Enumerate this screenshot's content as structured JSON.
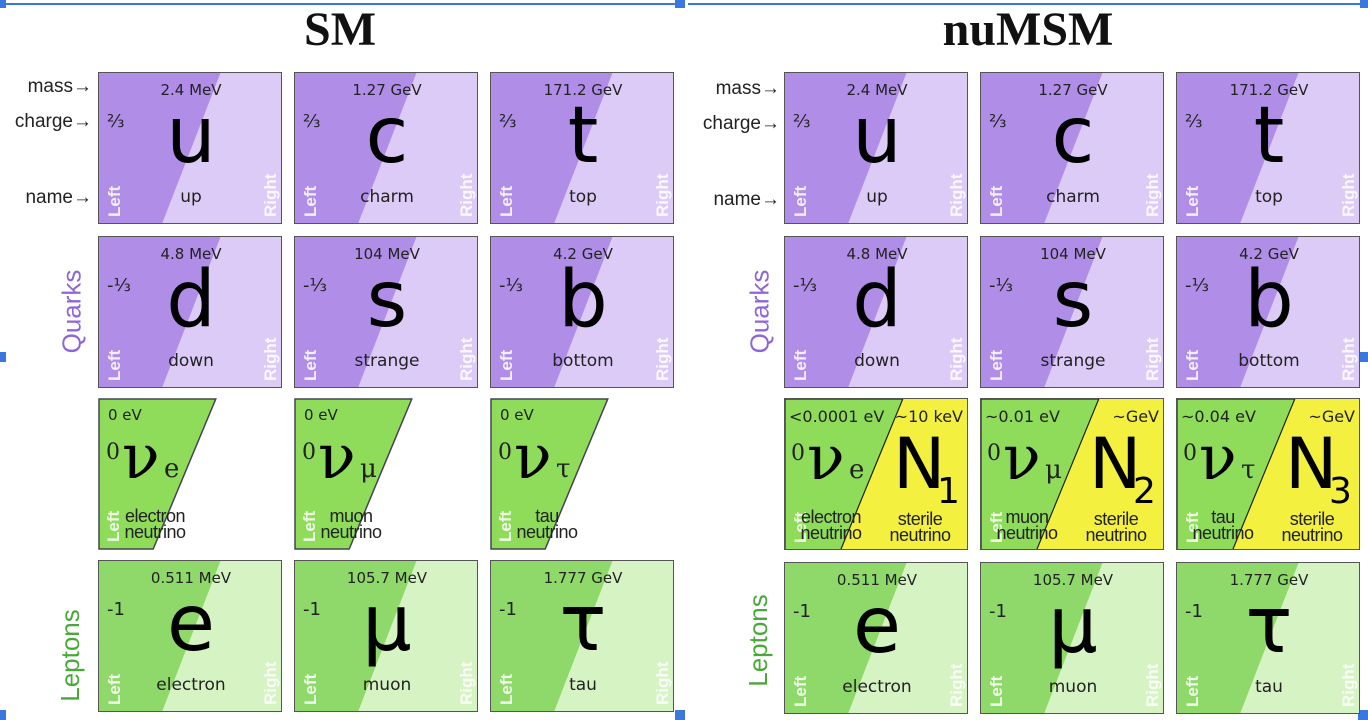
{
  "panels": {
    "sm": {
      "title": "SM"
    },
    "numsm": {
      "title": "nuMSM"
    }
  },
  "axis_labels": {
    "mass": "mass→",
    "charge": "charge→",
    "name": "name→"
  },
  "group_labels": {
    "quarks": "Quarks",
    "leptons": "Leptons"
  },
  "chirality": {
    "left": "Left",
    "right": "Right"
  },
  "quarks": [
    {
      "mass": "2.4 MeV",
      "charge": "⅔",
      "symbol": "u",
      "name": "up"
    },
    {
      "mass": "1.27 GeV",
      "charge": "⅔",
      "symbol": "c",
      "name": "charm"
    },
    {
      "mass": "171.2 GeV",
      "charge": "⅔",
      "symbol": "t",
      "name": "top"
    },
    {
      "mass": "4.8 MeV",
      "charge": "-⅓",
      "symbol": "d",
      "name": "down"
    },
    {
      "mass": "104 MeV",
      "charge": "-⅓",
      "symbol": "s",
      "name": "strange"
    },
    {
      "mass": "4.2 GeV",
      "charge": "-⅓",
      "symbol": "b",
      "name": "bottom"
    }
  ],
  "neutrinos_sm": [
    {
      "mass": "0 eV",
      "charge": "0",
      "symbol": "ν",
      "sub": "e",
      "name1": "electron",
      "name2": "neutrino"
    },
    {
      "mass": "0 eV",
      "charge": "0",
      "symbol": "ν",
      "sub": "μ",
      "name1": "muon",
      "name2": "neutrino"
    },
    {
      "mass": "0 eV",
      "charge": "0",
      "symbol": "ν",
      "sub": "τ",
      "name1": "tau",
      "name2": "neutrino"
    }
  ],
  "neutrinos_numsm": [
    {
      "mass": "<0.0001 eV",
      "charge": "0",
      "symbol": "ν",
      "sub": "e",
      "name1": "electron",
      "name2": "neutrino",
      "heavy_mass": "~10 keV",
      "heavy_symbol": "N",
      "heavy_sub": "1",
      "heavy_name1": "sterile",
      "heavy_name2": "neutrino"
    },
    {
      "mass": "~0.01 eV",
      "charge": "0",
      "symbol": "ν",
      "sub": "μ",
      "name1": "muon",
      "name2": "neutrino",
      "heavy_mass": "~GeV",
      "heavy_symbol": "N",
      "heavy_sub": "2",
      "heavy_name1": "sterile",
      "heavy_name2": "neutrino"
    },
    {
      "mass": "~0.04 eV",
      "charge": "0",
      "symbol": "ν",
      "sub": "τ",
      "name1": "tau",
      "name2": "neutrino",
      "heavy_mass": "~GeV",
      "heavy_symbol": "N",
      "heavy_sub": "3",
      "heavy_name1": "sterile",
      "heavy_name2": "neutrino"
    }
  ],
  "leptons": [
    {
      "mass": "0.511 MeV",
      "charge": "-1",
      "symbol": "e",
      "name": "electron"
    },
    {
      "mass": "105.7 MeV",
      "charge": "-1",
      "symbol": "μ",
      "name": "muon"
    },
    {
      "mass": "1.777 GeV",
      "charge": "-1",
      "symbol": "τ",
      "name": "tau"
    }
  ],
  "colors": {
    "quark_dark": "#b08ee8",
    "quark_light": "#dccbf7",
    "lepton_dark": "#8fd86a",
    "lepton_light": "#d6f3c4",
    "neutrino": "#8fdc5a",
    "sterile": "#f4f040",
    "quarks_label": "#8f66d6",
    "leptons_label": "#4aa83a",
    "selection": "#3a78e0"
  }
}
